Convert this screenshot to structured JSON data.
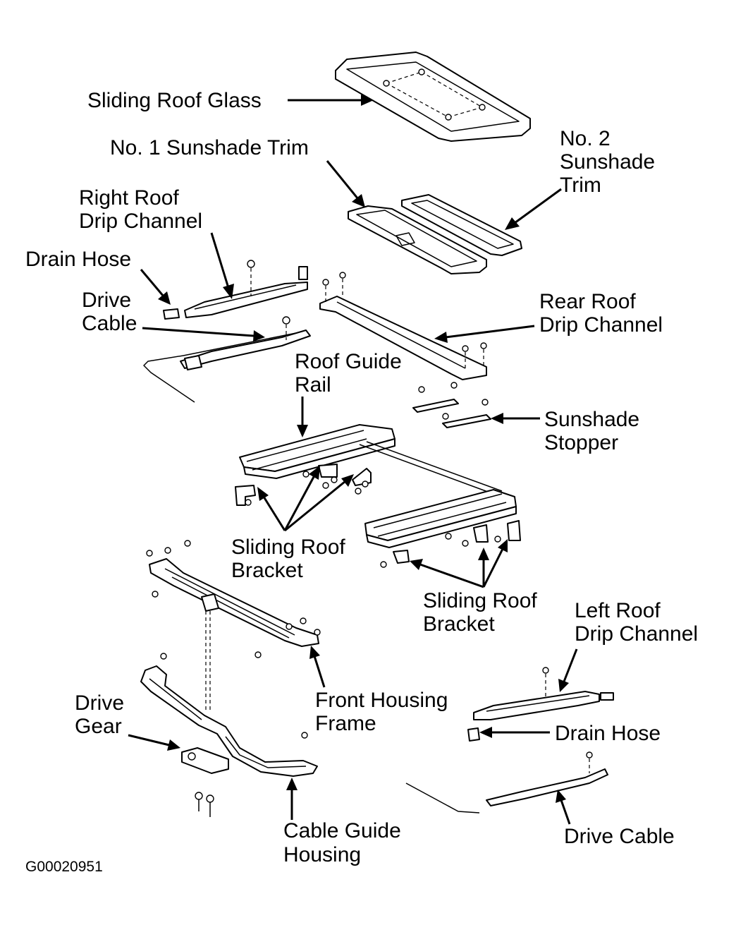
{
  "labels": {
    "sliding_roof_glass": "Sliding Roof Glass",
    "no1_sunshade_trim": "No. 1 Sunshade Trim",
    "no2_sunshade_trim": [
      "No. 2",
      "Sunshade",
      "Trim"
    ],
    "right_roof_drip_channel": [
      "Right Roof",
      "Drip Channel"
    ],
    "drain_hose_top": "Drain Hose",
    "drive_cable_top": [
      "Drive",
      "Cable"
    ],
    "rear_roof_drip_channel": [
      "Rear Roof",
      "Drip Channel"
    ],
    "roof_guide_rail": [
      "Roof Guide",
      "Rail"
    ],
    "sunshade_stopper": [
      "Sunshade",
      "Stopper"
    ],
    "sliding_roof_bracket_left": [
      "Sliding Roof",
      "Bracket"
    ],
    "sliding_roof_bracket_right": [
      "Sliding Roof",
      "Bracket"
    ],
    "left_roof_drip_channel": [
      "Left Roof",
      "Drip Channel"
    ],
    "front_housing_frame": [
      "Front Housing",
      "Frame"
    ],
    "drive_gear": [
      "Drive",
      "Gear"
    ],
    "drain_hose_bottom": "Drain Hose",
    "cable_guide_housing": [
      "Cable Guide",
      "Housing"
    ],
    "drive_cable_bottom": "Drive Cable"
  },
  "figure_code": "G00020951"
}
